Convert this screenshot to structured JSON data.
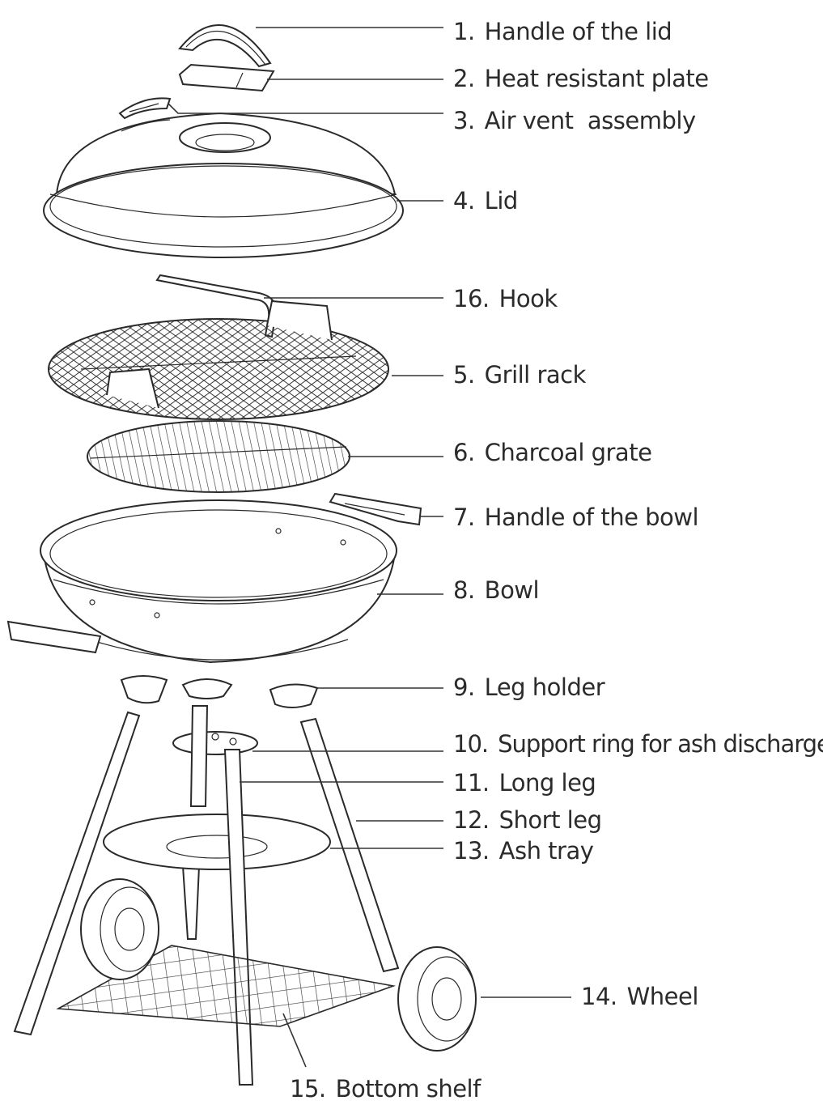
{
  "labels": [
    {
      "id": "handle-lid",
      "num": "1.",
      "text": "Handle of the lid"
    },
    {
      "id": "heat-plate",
      "num": "2.",
      "text": "Heat resistant plate"
    },
    {
      "id": "air-vent",
      "num": "3.",
      "text": "Air vent  assembly"
    },
    {
      "id": "lid",
      "num": "4.",
      "text": "Lid"
    },
    {
      "id": "hook",
      "num": "16.",
      "text": "Hook"
    },
    {
      "id": "grill-rack",
      "num": "5.",
      "text": "Grill rack"
    },
    {
      "id": "charcoal-grate",
      "num": "6.",
      "text": "Charcoal grate"
    },
    {
      "id": "handle-bowl",
      "num": "7.",
      "text": "Handle of the bowl"
    },
    {
      "id": "bowl",
      "num": "8.",
      "text": "Bowl"
    },
    {
      "id": "leg-holder",
      "num": "9.",
      "text": "Leg holder"
    },
    {
      "id": "support-ring",
      "num": "10.",
      "text": "Support ring for ash discharge"
    },
    {
      "id": "long-leg",
      "num": "11.",
      "text": "Long leg"
    },
    {
      "id": "short-leg",
      "num": "12.",
      "text": "Short leg"
    },
    {
      "id": "ash-tray",
      "num": "13.",
      "text": "Ash tray"
    },
    {
      "id": "wheel",
      "num": "14.",
      "text": "Wheel"
    },
    {
      "id": "bottom-shelf",
      "num": "15.",
      "text": "Bottom shelf"
    }
  ]
}
